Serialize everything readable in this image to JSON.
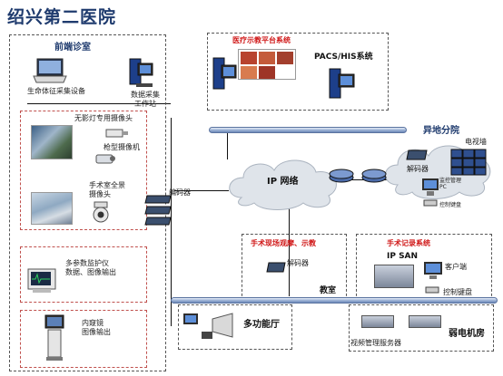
{
  "title": "绍兴第二医院",
  "zones": {
    "front_clinic": "前端诊室",
    "medical_platform": "医疗示教平台系统",
    "pacs_his": "PACS/HIS系统",
    "remote_branch": "异地分院",
    "ip_network": "IP 网络",
    "surgery_live": "手术现场观摩、示教",
    "surgery_record": "手术记录系统",
    "multi_hall": "多功能厅",
    "weak_room": "弱电机房",
    "classroom": "教室"
  },
  "devices": {
    "vital_signs": "生命体征采集设备",
    "data_station": "数据采集\n工作站",
    "shadowless_cam": "无影灯专用摄像头",
    "gun_cam": "枪型摄像机",
    "panorama_cam": "手术室全景\n摄像头",
    "encoder_front": "编码器",
    "monitor_data": "多参数监护仪\n数据、图像输出",
    "endoscope": "内窥镜\n图像输出",
    "decoder_branch": "解码器",
    "tv_wall": "电视墙",
    "monitor_pc": "监控管理\nPC",
    "control_kb": "控制键盘",
    "decoder_live": "解码器",
    "ip_san": "IP SAN",
    "client": "客户端",
    "control_kb2": "控制键盘",
    "video_server": "视频管理服务器"
  },
  "colors": {
    "zone_red": "#d01818",
    "zone_blue": "#1f3b6e",
    "bus": "#9db3d6",
    "cloud": "#dfe4ea"
  }
}
